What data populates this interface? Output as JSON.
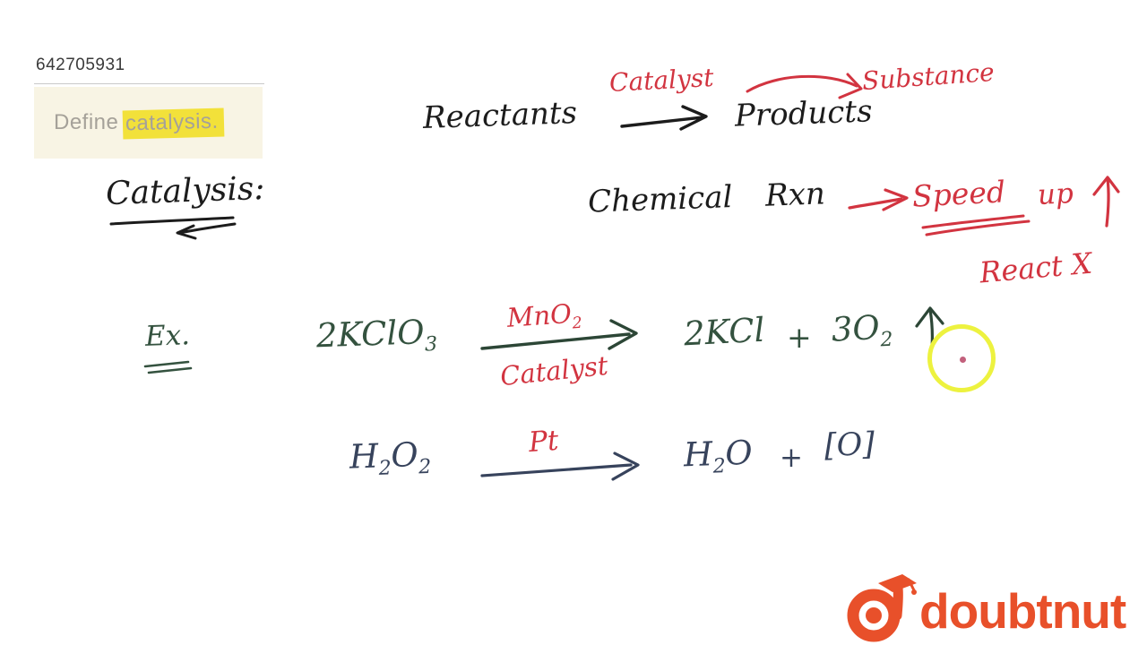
{
  "colors": {
    "ink_black": "#1c1c1c",
    "ink_red": "#d23440",
    "ink_green": "#34523f",
    "ink_navy": "#37435c",
    "question_highlight": "#f2e13a",
    "question_box_bg": "#f8f4e4",
    "pointer_ring": "#edf23f",
    "logo_orange": "#e8502a"
  },
  "question": {
    "id": "642705931",
    "prefix": "Define ",
    "highlighted": "catalysis."
  },
  "notes": {
    "heading": "Catalysis:",
    "scheme": {
      "reactants": "Reactants",
      "catalyst": "Catalyst",
      "substance": "Substance",
      "products": "Products"
    },
    "effect": {
      "chemical_rxn": "Chemical Rxn",
      "speed": "Speed",
      "up": "up",
      "react_x": "React X"
    },
    "example1": {
      "label": "Ex.",
      "lhs": "2KClO",
      "lhs_sub": "3",
      "above": "MnO",
      "above_sub": "2",
      "below": "Catalyst",
      "rhs1": "2KCl",
      "plus": "+",
      "rhs2": "3O",
      "rhs2_sub": "2"
    },
    "example2": {
      "lhs_a": "H",
      "lhs_a_sub": "2",
      "lhs_b": "O",
      "lhs_b_sub": "2",
      "above": "Pt",
      "rhs1_a": "H",
      "rhs1_a_sub": "2",
      "rhs1_b": "O",
      "plus": "+",
      "rhs2": "[O]"
    }
  },
  "watermark": {
    "brand": "doubtnut"
  }
}
